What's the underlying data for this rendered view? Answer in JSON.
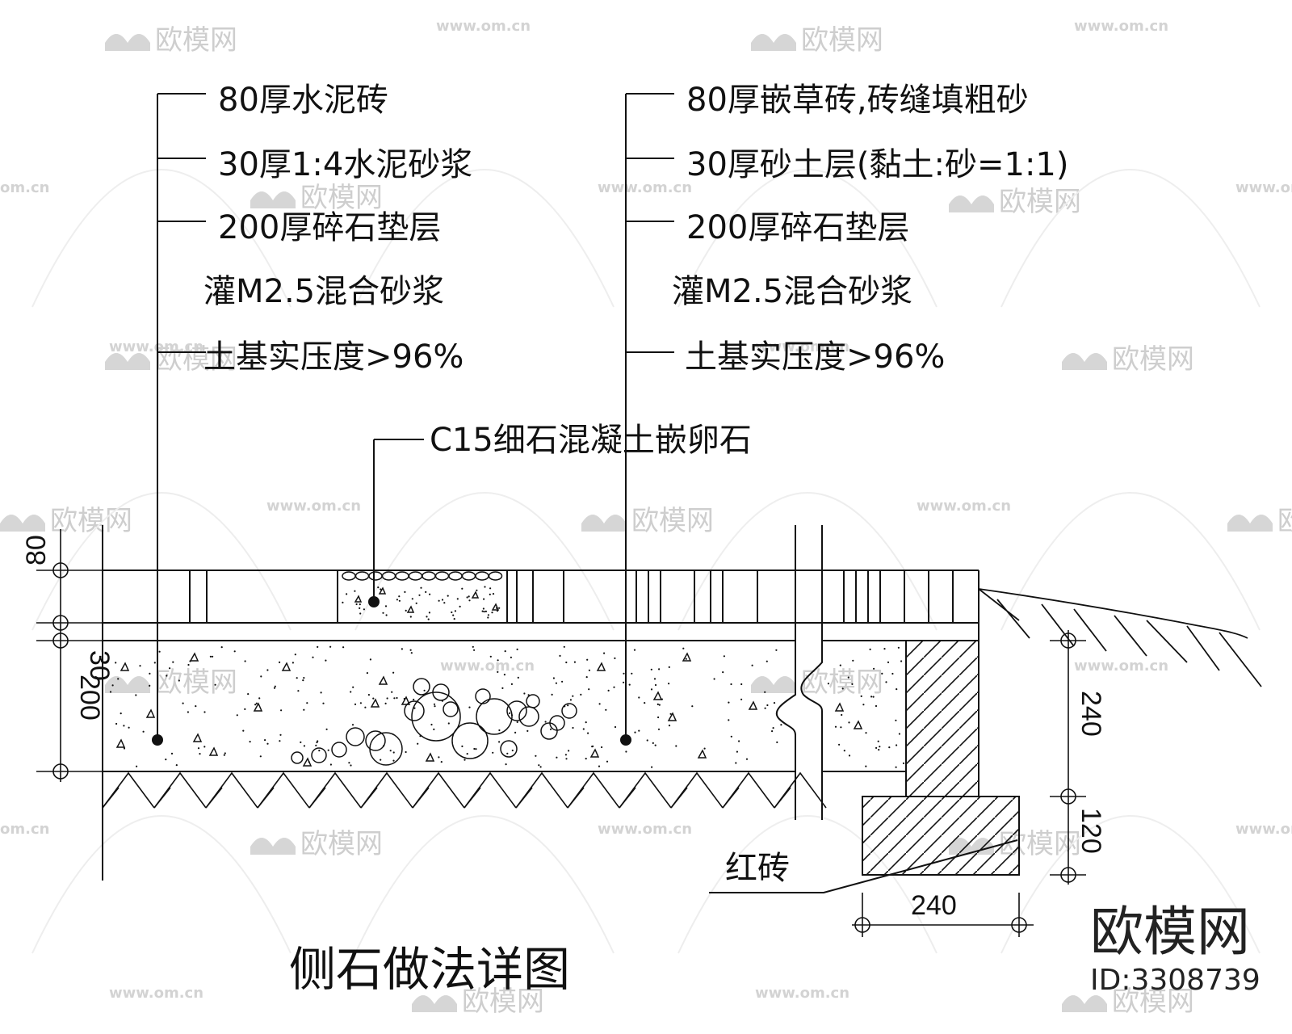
{
  "left_callout": {
    "line1": "80厚水泥砖",
    "line2": "30厚1:4水泥砂浆",
    "line3": "200厚碎石垫层",
    "line4": "灌M2.5混合砂浆",
    "line5": "土基实压度>96%"
  },
  "right_callout": {
    "line1": "80厚嵌草砖,砖缝填粗砂",
    "line2": "30厚砂土层(黏土:砂=1:1)",
    "line3": "200厚碎石垫层",
    "line4": "灌M2.5混合砂浆",
    "line5": "土基实压度>96%"
  },
  "center_callout": "C15细石混凝土嵌卵石",
  "brick_label": "红砖",
  "dims": {
    "left_80": "80",
    "left_30": "30",
    "left_200": "200",
    "right_240": "240",
    "right_120": "120",
    "bottom_240": "240"
  },
  "title": "侧石做法详图",
  "brand": {
    "name": "欧模网",
    "id": "ID:3308739"
  },
  "watermark": {
    "logo_text": "欧模网",
    "url": "www.om.cn",
    "url_short": "om.cn"
  }
}
